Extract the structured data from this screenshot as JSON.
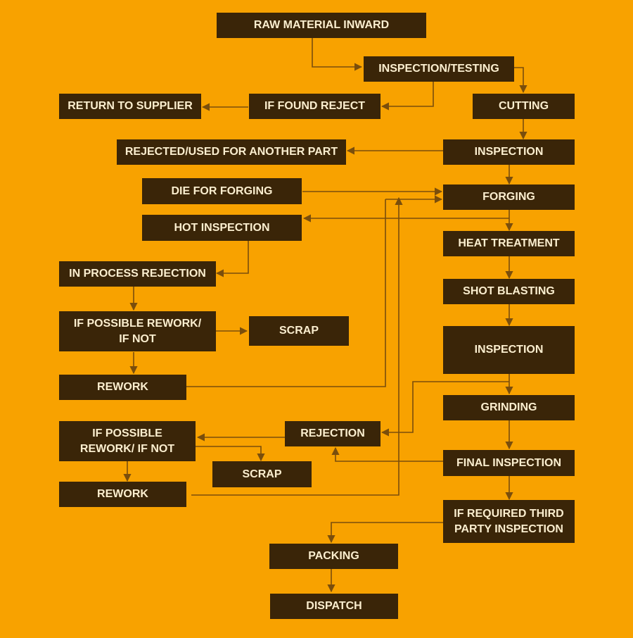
{
  "diagram": {
    "type": "process-flowchart",
    "colors": {
      "background": "#f8a200",
      "box_fill": "#3a2508",
      "box_text": "#fbeecf",
      "connector": "#7a4e0c"
    },
    "nodes": {
      "raw_material_inward": "RAW MATERIAL INWARD",
      "inspection_testing": "INSPECTION/TESTING",
      "if_found_reject": "IF FOUND REJECT",
      "return_to_supplier": "RETURN TO SUPPLIER",
      "cutting": "CUTTING",
      "inspection_1": "INSPECTION",
      "rejected_used_for_another_part": "REJECTED/USED FOR ANOTHER PART",
      "die_for_forging": "DIE FOR FORGING",
      "forging": "FORGING",
      "hot_inspection": "HOT INSPECTION",
      "heat_treatment": "HEAT TREATMENT",
      "in_process_rejection": "IN PROCESS REJECTION",
      "shot_blasting": "SHOT BLASTING",
      "if_possible_rework_1_line1": "IF POSSIBLE REWORK/",
      "if_possible_rework_1_line2": "IF NOT",
      "scrap_1": "SCRAP",
      "inspection_2": "INSPECTION",
      "rework_1": "REWORK",
      "grinding": "GRINDING",
      "rejection": "REJECTION",
      "if_possible_rework_2_line1": "IF POSSIBLE",
      "if_possible_rework_2_line2": "REWORK/ IF NOT",
      "scrap_2": "SCRAP",
      "final_inspection": "FINAL INSPECTION",
      "rework_2": "REWORK",
      "third_party_line1": "IF REQUIRED THIRD",
      "third_party_line2": "PARTY INSPECTION",
      "packing": "PACKING",
      "dispatch": "DISPATCH"
    },
    "edges": [
      [
        "RAW MATERIAL INWARD",
        "INSPECTION/TESTING"
      ],
      [
        "INSPECTION/TESTING",
        "IF FOUND REJECT"
      ],
      [
        "IF FOUND REJECT",
        "RETURN TO SUPPLIER"
      ],
      [
        "INSPECTION/TESTING",
        "CUTTING"
      ],
      [
        "CUTTING",
        "INSPECTION"
      ],
      [
        "INSPECTION",
        "REJECTED/USED FOR ANOTHER PART"
      ],
      [
        "INSPECTION",
        "FORGING"
      ],
      [
        "DIE FOR FORGING",
        "FORGING"
      ],
      [
        "FORGING",
        "HOT INSPECTION"
      ],
      [
        "FORGING",
        "HEAT TREATMENT"
      ],
      [
        "HOT INSPECTION",
        "IN PROCESS REJECTION"
      ],
      [
        "IN PROCESS REJECTION",
        "IF POSSIBLE REWORK/ IF NOT"
      ],
      [
        "IF POSSIBLE REWORK/ IF NOT",
        "SCRAP"
      ],
      [
        "IF POSSIBLE REWORK/ IF NOT",
        "REWORK"
      ],
      [
        "REWORK",
        "FORGING"
      ],
      [
        "HEAT TREATMENT",
        "SHOT BLASTING"
      ],
      [
        "SHOT BLASTING",
        "INSPECTION"
      ],
      [
        "INSPECTION",
        "GRINDING"
      ],
      [
        "INSPECTION",
        "REJECTION"
      ],
      [
        "GRINDING",
        "FINAL INSPECTION"
      ],
      [
        "FINAL INSPECTION",
        "REJECTION"
      ],
      [
        "REJECTION",
        "IF POSSIBLE REWORK/ IF NOT"
      ],
      [
        "IF POSSIBLE REWORK/ IF NOT",
        "SCRAP"
      ],
      [
        "IF POSSIBLE REWORK/ IF NOT",
        "REWORK"
      ],
      [
        "REWORK",
        "FORGING"
      ],
      [
        "FINAL INSPECTION",
        "IF REQUIRED THIRD PARTY INSPECTION"
      ],
      [
        "IF REQUIRED THIRD PARTY INSPECTION",
        "PACKING"
      ],
      [
        "PACKING",
        "DISPATCH"
      ]
    ]
  }
}
